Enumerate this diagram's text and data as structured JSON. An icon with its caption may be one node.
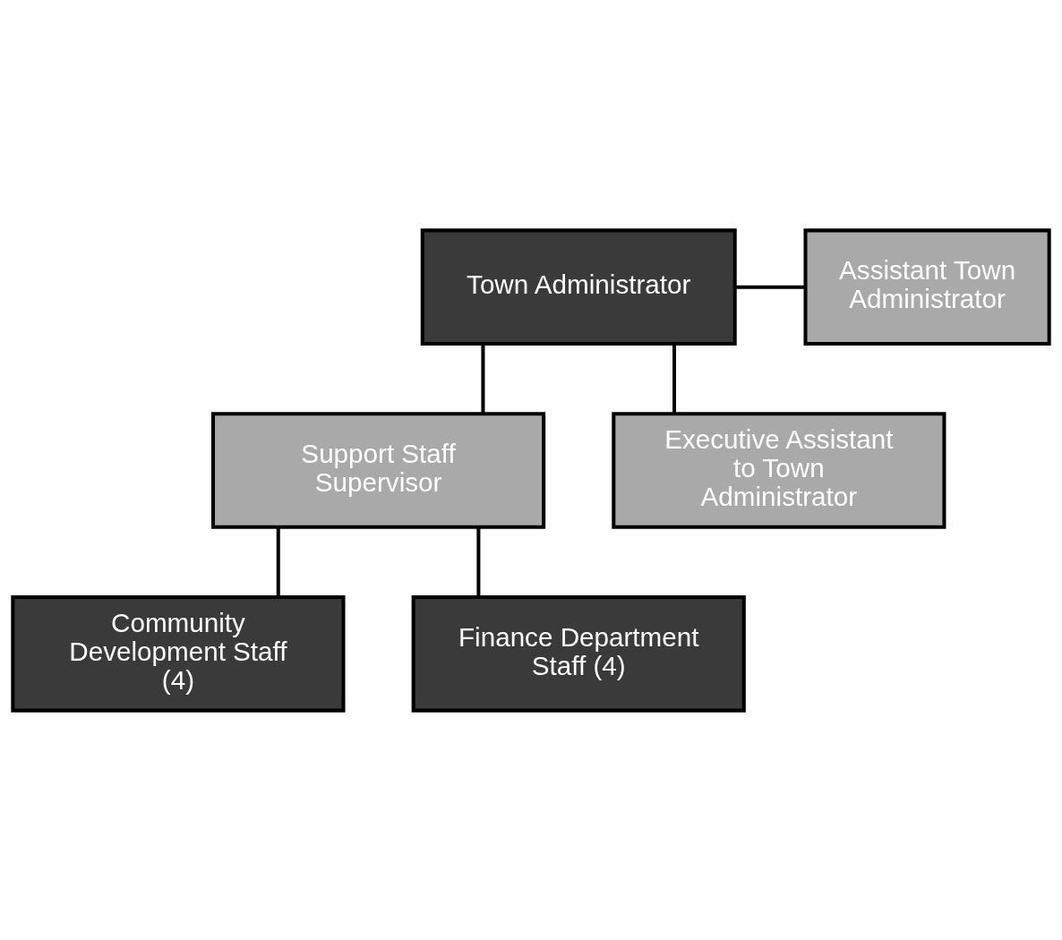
{
  "diagram": {
    "nodes": [
      {
        "text": [
          "Town Administrator"
        ]
      },
      {
        "text": [
          "Assistant Town Administrator"
        ]
      },
      {
        "text": [
          "Support Staff Supervisor"
        ]
      },
      {
        "text": [
          "Executive Assistant to Town Administrator"
        ]
      },
      {
        "text": [
          "Community Development Staff (4)"
        ]
      },
      {
        "text": [
          "Finance Department Staff (4)"
        ]
      }
    ],
    "edges": [
      {
        "from": 0,
        "to": 1,
        "arrow": "none"
      },
      {
        "from": 0,
        "to": 2,
        "arrow": "none"
      },
      {
        "from": 0,
        "to": 3,
        "arrow": "none"
      },
      {
        "from": 2,
        "to": 4,
        "arrow": "none"
      },
      {
        "from": 2,
        "to": 5,
        "arrow": "none"
      }
    ]
  }
}
